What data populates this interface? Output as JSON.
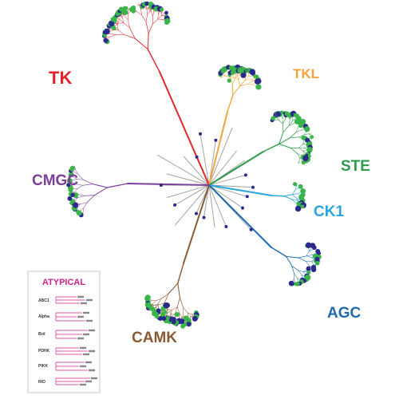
{
  "title": "",
  "groups": [
    {
      "key": "tk",
      "label": "TK",
      "color": "#e0262b"
    },
    {
      "key": "tkl",
      "label": "TKL",
      "color": "#f2a63a"
    },
    {
      "key": "ste",
      "label": "STE",
      "color": "#2e9a4b"
    },
    {
      "key": "ck1",
      "label": "CK1",
      "color": "#29a6dd"
    },
    {
      "key": "agc",
      "label": "AGC",
      "color": "#1f6bb0"
    },
    {
      "key": "camk",
      "label": "CAMK",
      "color": "#8a5a35"
    },
    {
      "key": "cmgc",
      "label": "CMGC",
      "color": "#7a3f98"
    }
  ],
  "core_color": "#9a9a9a",
  "node_colors": {
    "green": "#3ab54a",
    "navy": "#2a2a8c"
  },
  "atypical": {
    "title": "ATYPICAL",
    "title_color": "#d1208b",
    "families": [
      "ABC1",
      "Alpha",
      "Brd",
      "PDHK",
      "PIKK",
      "RIO"
    ]
  }
}
